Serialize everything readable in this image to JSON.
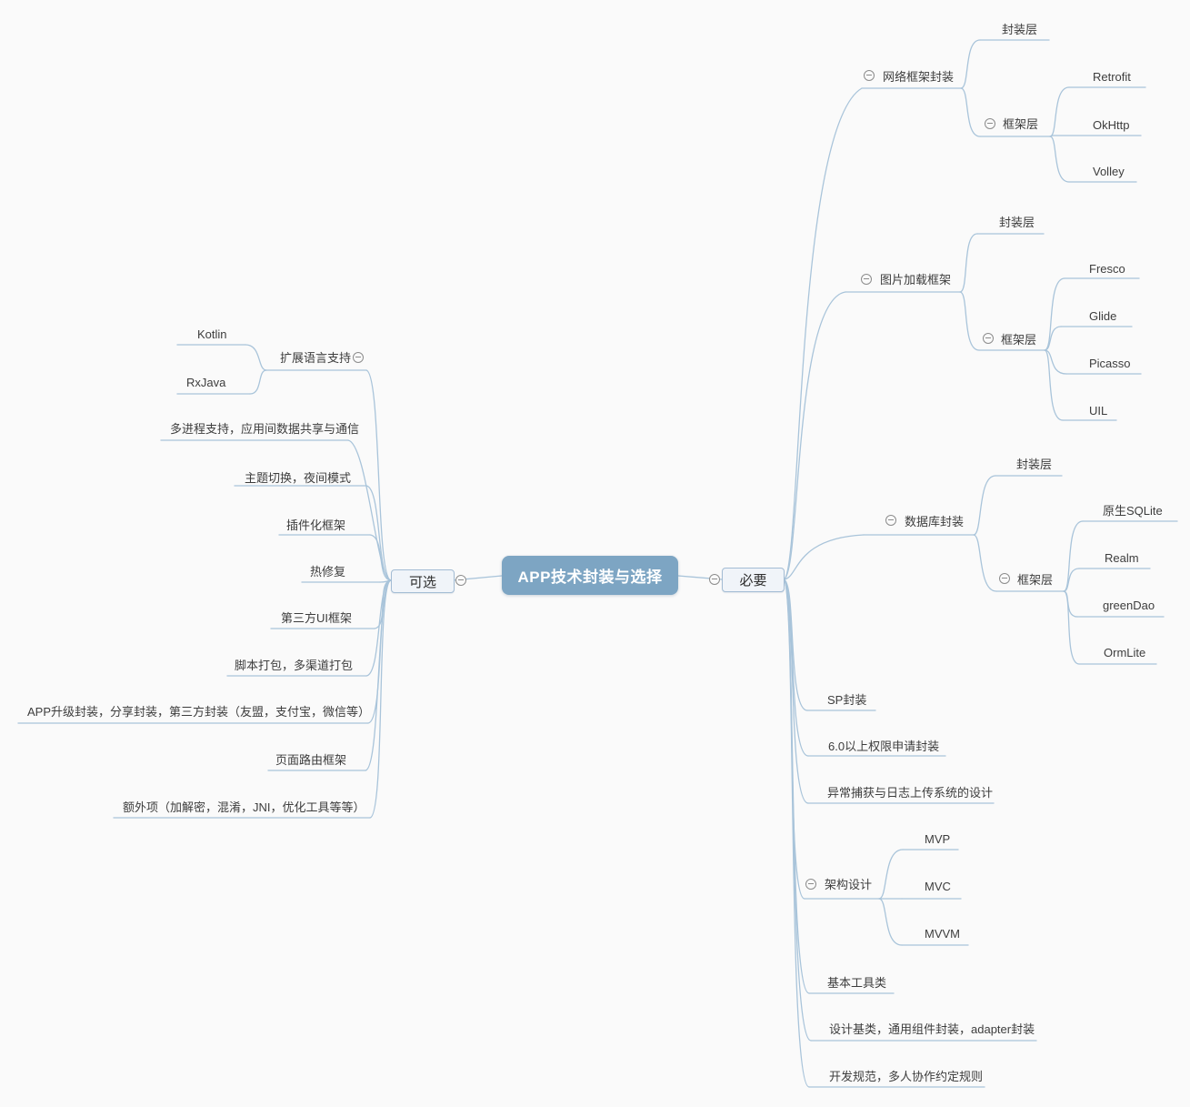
{
  "canvas": {
    "background": "#fafafa"
  },
  "colors": {
    "line": "#a9c4da",
    "root_fill": "#7da5c3",
    "root_text": "#ffffff",
    "branch_fill": "#f0f4f9",
    "branch_border": "#a3bcd4",
    "text": "#3d3d3d",
    "collapse_icon": "#8c8c8c"
  },
  "map": {
    "root": {
      "label": "APP技术封装与选择"
    },
    "left": {
      "label": "可选",
      "children": [
        {
          "label": "扩展语言支持",
          "children": [
            {
              "label": "Kotlin"
            },
            {
              "label": "RxJava"
            }
          ]
        },
        {
          "label": "多进程支持，应用间数据共享与通信"
        },
        {
          "label": "主题切换，夜间模式"
        },
        {
          "label": "插件化框架"
        },
        {
          "label": "热修复"
        },
        {
          "label": "第三方UI框架"
        },
        {
          "label": "脚本打包，多渠道打包"
        },
        {
          "label": "APP升级封装，分享封装，第三方封装（友盟，支付宝，微信等）"
        },
        {
          "label": "页面路由框架"
        },
        {
          "label": "额外项（加解密，混淆，JNI，优化工具等等）"
        }
      ]
    },
    "right": {
      "label": "必要",
      "children": [
        {
          "label": "网络框架封装",
          "children": [
            {
              "label": "封装层"
            },
            {
              "label": "框架层",
              "children": [
                {
                  "label": "Retrofit"
                },
                {
                  "label": "OkHttp"
                },
                {
                  "label": "Volley"
                }
              ]
            }
          ]
        },
        {
          "label": "图片加载框架",
          "children": [
            {
              "label": "封装层"
            },
            {
              "label": "框架层",
              "children": [
                {
                  "label": "Fresco"
                },
                {
                  "label": "Glide"
                },
                {
                  "label": "Picasso"
                },
                {
                  "label": "UIL"
                }
              ]
            }
          ]
        },
        {
          "label": "数据库封装",
          "children": [
            {
              "label": "封装层"
            },
            {
              "label": "框架层",
              "children": [
                {
                  "label": "原生SQLite"
                },
                {
                  "label": "Realm"
                },
                {
                  "label": "greenDao"
                },
                {
                  "label": "OrmLite"
                }
              ]
            }
          ]
        },
        {
          "label": "SP封装"
        },
        {
          "label": "6.0以上权限申请封装"
        },
        {
          "label": "异常捕获与日志上传系统的设计"
        },
        {
          "label": "架构设计",
          "children": [
            {
              "label": "MVP"
            },
            {
              "label": "MVC"
            },
            {
              "label": "MVVM"
            }
          ]
        },
        {
          "label": "基本工具类"
        },
        {
          "label": "设计基类，通用组件封装，adapter封装"
        },
        {
          "label": "开发规范，多人协作约定规则"
        }
      ]
    }
  }
}
